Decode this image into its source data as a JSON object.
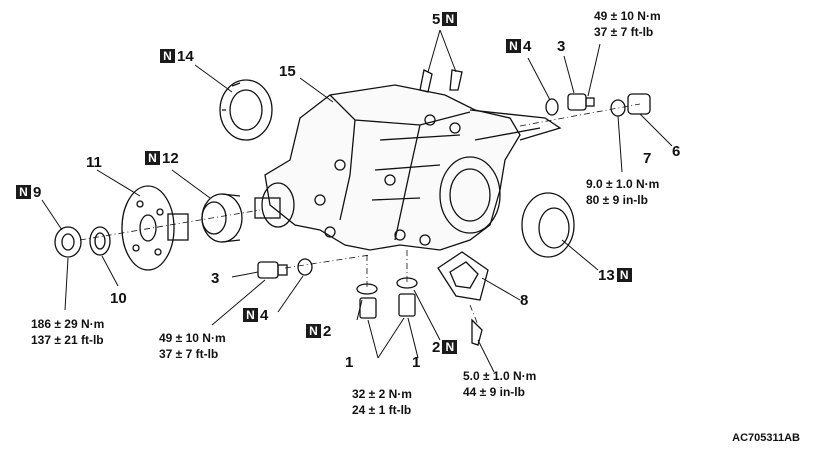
{
  "figure_code": "AC705311AB",
  "new_part_mark": "N",
  "labels": {
    "p1a": "1",
    "p1b": "1",
    "p2": "2",
    "p2b": "2",
    "p3a": "3",
    "p3b": "3",
    "p4a": "4",
    "p4b": "4",
    "p5": "5",
    "p6": "6",
    "p7": "7",
    "p8": "8",
    "p9": "9",
    "p10": "10",
    "p11": "11",
    "p12": "12",
    "p13": "13",
    "p14": "14",
    "p15": "15"
  },
  "torques": {
    "t_top_right": [
      "49 ± 10 N·m",
      "37 ± 7 ft-lb"
    ],
    "t_mid_right": [
      "9.0 ± 1.0 N·m",
      "80 ± 9 in-lb"
    ],
    "t_left": [
      "186 ± 29 N·m",
      "137 ± 21 ft-lb"
    ],
    "t_left_mid": [
      "49 ± 10 N·m",
      "37 ± 7 ft-lb"
    ],
    "t_bottom_mid": [
      "32 ± 2 N·m",
      "24 ± 1 ft-lb"
    ],
    "t_bottom_right": [
      "5.0 ± 1.0 N·m",
      "44 ± 9 in-lb"
    ]
  }
}
